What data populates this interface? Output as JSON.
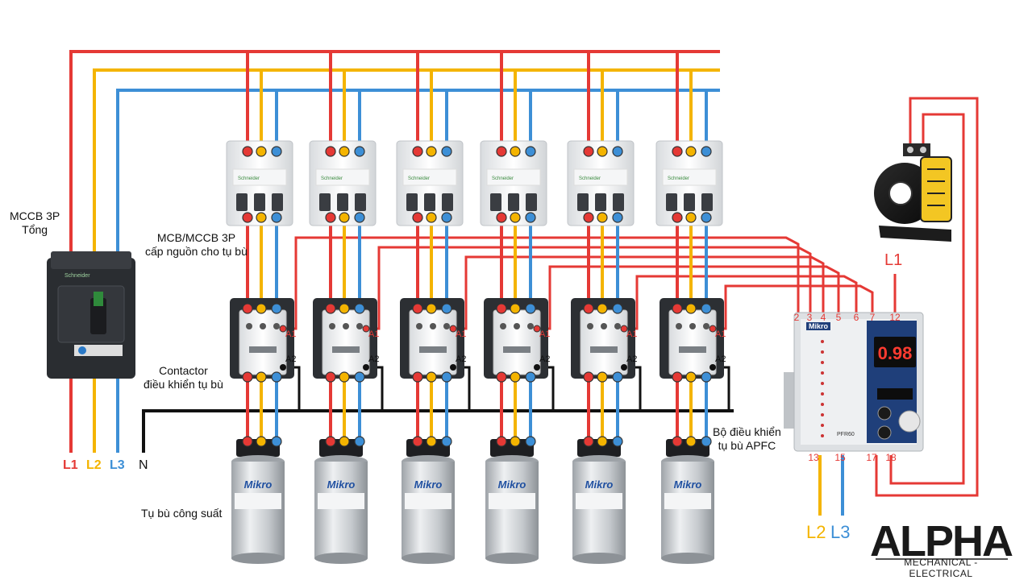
{
  "labels": {
    "mccb_line1": "MCCB 3P",
    "mccb_line2": "Tổng",
    "mcb_line1": "MCB/MCCB 3P",
    "mcb_line2": "cấp nguồn cho tụ bù",
    "contactor_line1": "Contactor",
    "contactor_line2": "điều khiển tụ bù",
    "capacitor": "Tụ bù công suất",
    "apfc_line1": "Bộ điều khiển",
    "apfc_line2": "tụ bù APFC"
  },
  "phases": {
    "l1": "L1",
    "l2": "L2",
    "l3": "L3",
    "n": "N",
    "ct_l1": "L1",
    "ctrl_l2": "L2",
    "ctrl_l3": "L3"
  },
  "contactor": {
    "a1": "A1",
    "a2": "A2"
  },
  "capacitor_brand": "Mikro",
  "controller": {
    "brand": "Mikro",
    "display": "0.98",
    "model": "PFR60",
    "top_terminals": [
      "2",
      "3",
      "4",
      "5",
      "6",
      "7",
      "12"
    ],
    "bottom_terminals": [
      "13",
      "15",
      "17",
      "18"
    ]
  },
  "logo": {
    "name": "ALPHA",
    "subtitle": "MECHANICAL - ELECTRICAL"
  },
  "colors": {
    "l1": "#e53935",
    "l2": "#f4b400",
    "l3": "#3d8fd6",
    "neutral": "#111111",
    "control": "#e53935"
  }
}
